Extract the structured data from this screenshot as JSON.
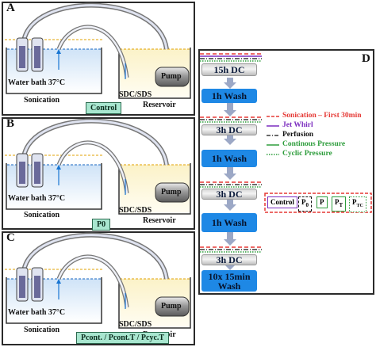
{
  "panels": {
    "a": {
      "letter": "A",
      "bath": "Water bath 37°C",
      "sonication": "Sonication",
      "sdc": "SDC/SDS",
      "reservoir": "Reservoir",
      "pump": "Pump",
      "condition": "Control"
    },
    "b": {
      "letter": "B",
      "bath": "Water bath 37°C",
      "sonication": "Sonication",
      "sdc": "SDC/SDS",
      "reservoir": "Reservoir",
      "pump": "Pump",
      "condition": "P0"
    },
    "c": {
      "letter": "C",
      "bath": "Water bath 37°C",
      "sonication": "Sonication",
      "sdc": "SDC/SDS",
      "reservoir": "Reservoir",
      "pump": "Pump",
      "condition": "Pcont. / Pcont.T / Pcyc.T"
    }
  },
  "panel_d": {
    "letter": "D",
    "steps": [
      "15h DC",
      "1h Wash",
      "3h DC",
      "1h Wash",
      "3h DC",
      "1h Wash",
      "3h DC",
      "10x 15min\nWash"
    ],
    "legend": [
      {
        "label": "Sonication – First 30min",
        "color": "#e53935",
        "style": "dashed"
      },
      {
        "label": "Jet Whirl",
        "color": "#7b2cbf",
        "style": "solid"
      },
      {
        "label": "Perfusion",
        "color": "#111111",
        "style": "dashdot"
      },
      {
        "label": "Continous Pressure",
        "color": "#2e9d3c",
        "style": "solid"
      },
      {
        "label": "Cyclic Pressure",
        "color": "#2e9d3c",
        "style": "dotted"
      }
    ],
    "conditions": {
      "control": "Control",
      "p0_main": "P",
      "p0_sub": "0",
      "p_main": "P",
      "pt_main": "P",
      "pt_sub": "T",
      "ptc_main": "P",
      "ptc_sub": "TC"
    }
  }
}
